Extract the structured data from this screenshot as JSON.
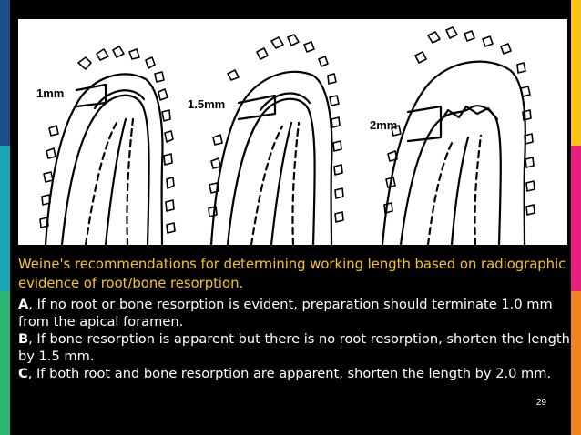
{
  "slide": {
    "title": "Weine's recommendations for determining working length based on radiographic evidence of root/bone resorption.",
    "items": [
      {
        "letter": "A",
        "text": ", If no root or bone resorption is evident, preparation should terminate 1.0 mm from the apical foramen."
      },
      {
        "letter": "B",
        "text": ", If bone resorption is apparent but there is no root resorption, shorten the length by 1.5 mm."
      },
      {
        "letter": "C",
        "text": ", If both root and bone resorption are apparent, shorten the length by 2.0 mm."
      }
    ],
    "slide_number": "29"
  },
  "figure": {
    "labels": [
      "1mm",
      "1.5mm",
      "2mm"
    ]
  },
  "colors": {
    "background": "#000000",
    "title_text": "#f5c518",
    "body_text": "#ffffff",
    "strip_left": [
      "#1d4e89",
      "#1aa6b7",
      "#2bb673"
    ],
    "strip_right": [
      "#ffc20e",
      "#ed1c7f",
      "#f58220"
    ]
  }
}
